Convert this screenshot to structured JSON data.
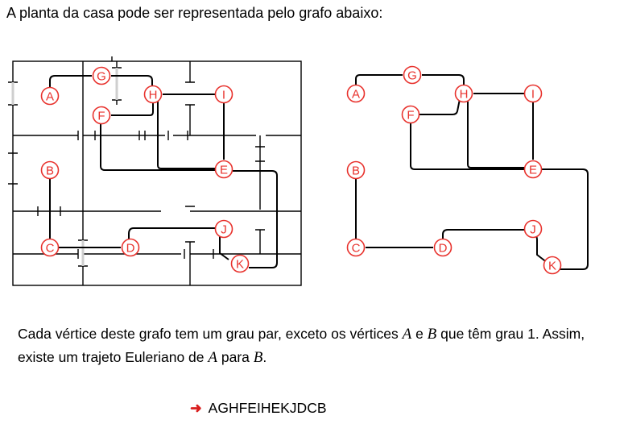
{
  "intro": "A planta da casa pode ser representada pelo grafo abaixo:",
  "vertices": [
    "A",
    "B",
    "C",
    "D",
    "E",
    "F",
    "G",
    "H",
    "I",
    "J",
    "K"
  ],
  "edges": [
    [
      "A",
      "G"
    ],
    [
      "G",
      "H"
    ],
    [
      "H",
      "F"
    ],
    [
      "H",
      "I"
    ],
    [
      "H",
      "E"
    ],
    [
      "I",
      "E"
    ],
    [
      "F",
      "E"
    ],
    [
      "E",
      "K"
    ],
    [
      "K",
      "J"
    ],
    [
      "J",
      "D"
    ],
    [
      "D",
      "C"
    ],
    [
      "C",
      "B"
    ]
  ],
  "paragraph": {
    "part1": "Cada vértice deste grafo tem um grau par, exceto os vértices ",
    "varA": "A",
    "part2": " e ",
    "varB": "B",
    "part3": " que têm grau 1. Assim,  existe um trajeto Euleriano de ",
    "varA2": "A",
    "part4": " para ",
    "varB2": "B",
    "part5": "."
  },
  "answer": {
    "arrow_icon": "right-arrow-icon",
    "path": "AGHFEIHEKJDCB"
  },
  "colors": {
    "vertex": "#e8322d",
    "line": "#000000"
  }
}
